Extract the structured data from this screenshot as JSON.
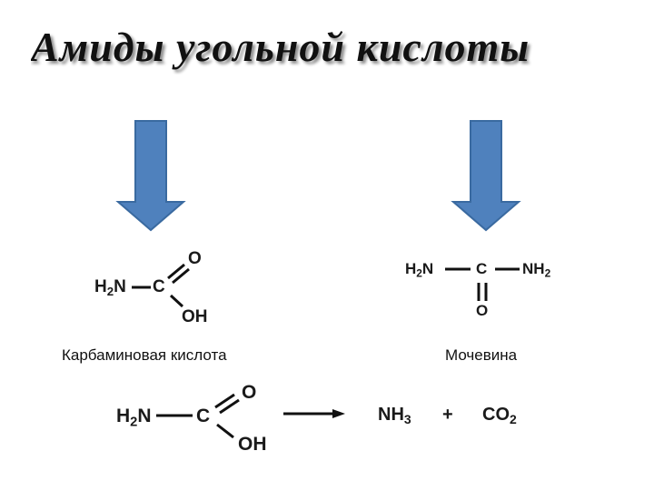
{
  "slide": {
    "title": "Амиды угольной кислоты",
    "colors": {
      "arrow_fill": "#4f81bd",
      "arrow_stroke": "#3a6aa0",
      "bond": "#111111"
    }
  },
  "carbamic": {
    "h": "H",
    "h_sub": "2",
    "n": "N",
    "c": "C",
    "o": "O",
    "oh": "OH",
    "name": "Карбаминовая кислота"
  },
  "urea": {
    "h_left": "H",
    "h_left_sub": "2",
    "n_left": "N",
    "c": "C",
    "nh_right": "NH",
    "nh_right_sub": "2",
    "o": "O",
    "name": "Мочевина"
  },
  "reaction": {
    "h": "H",
    "h_sub": "2",
    "n": "N",
    "c": "C",
    "o": "O",
    "oh": "OH",
    "nh3_main": "NH",
    "nh3_sub": "3",
    "plus": "+",
    "co2_main": "CO",
    "co2_sub": "2"
  }
}
